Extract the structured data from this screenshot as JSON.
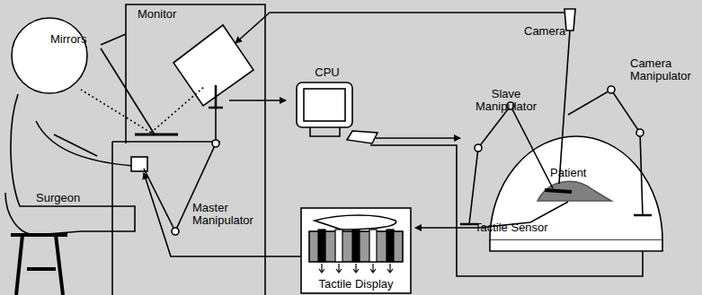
{
  "diagram": {
    "nodes": [
      {
        "text": [
          "CPU"
        ]
      },
      {
        "text": [
          "Tactile Display"
        ]
      }
    ],
    "labels": [
      "Monitor",
      "Mirrors",
      "Camera",
      "Slave Manipulator",
      "Camera Manipulator",
      "Patient",
      "Surgeon",
      "Master Manipulator",
      "Tactile Sensor"
    ]
  }
}
